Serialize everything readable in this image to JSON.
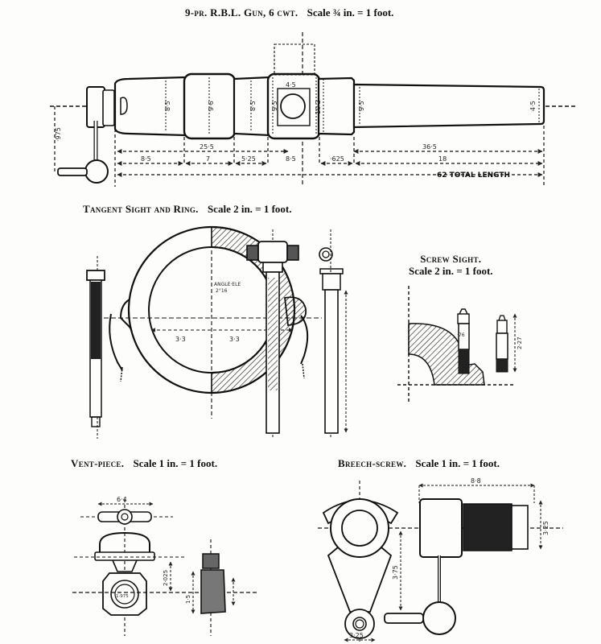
{
  "plate": {
    "gun": {
      "title": "9-pr. R.B.L. Gun, 6 cwt.",
      "scale": "Scale ¾ in. = 1 foot.",
      "dimensions": {
        "breech_drop": "·975",
        "d1": "8·5",
        "d2": "9·6",
        "d3": "8·5",
        "d4": "9·5",
        "d5": "10·2",
        "d6": "9·5",
        "trunnion": "4·5",
        "muzzle": "4·5",
        "seg_a": "8·5",
        "seg_b": "7",
        "seg_c": "5·25",
        "seg_d": "25·5",
        "seg_e": "8·5",
        "seg_f": "36·5",
        "seg_g": "18",
        "seg_h": "·625",
        "total": "62 TOTAL LENGTH"
      }
    },
    "tangent_sight": {
      "title": "Tangent Sight and Ring.",
      "scale": "Scale 2 in. = 1 foot.",
      "dimensions": {
        "left_radius": "3·3",
        "right_radius": "3·3",
        "angle_label": "ANGLE·ELE",
        "angle_value": "2°16"
      }
    },
    "screw_sight": {
      "title": "Screw Sight.",
      "scale": "Scale 2 in. = 1 foot.",
      "dimensions": {
        "dia": "·76",
        "length": "2·27"
      }
    },
    "vent_piece": {
      "title": "Vent-piece.",
      "scale": "Scale 1 in. = 1 foot.",
      "dimensions": {
        "width": "6·4",
        "height": "2·025",
        "dia": "1·975",
        "side": "1·5"
      }
    },
    "breech_screw": {
      "title": "Breech-screw.",
      "scale": "Scale 1 in. = 1 foot.",
      "dimensions": {
        "length": "8·8",
        "dia": "3·25",
        "lever": "3·75",
        "eye": "3·25"
      }
    }
  }
}
